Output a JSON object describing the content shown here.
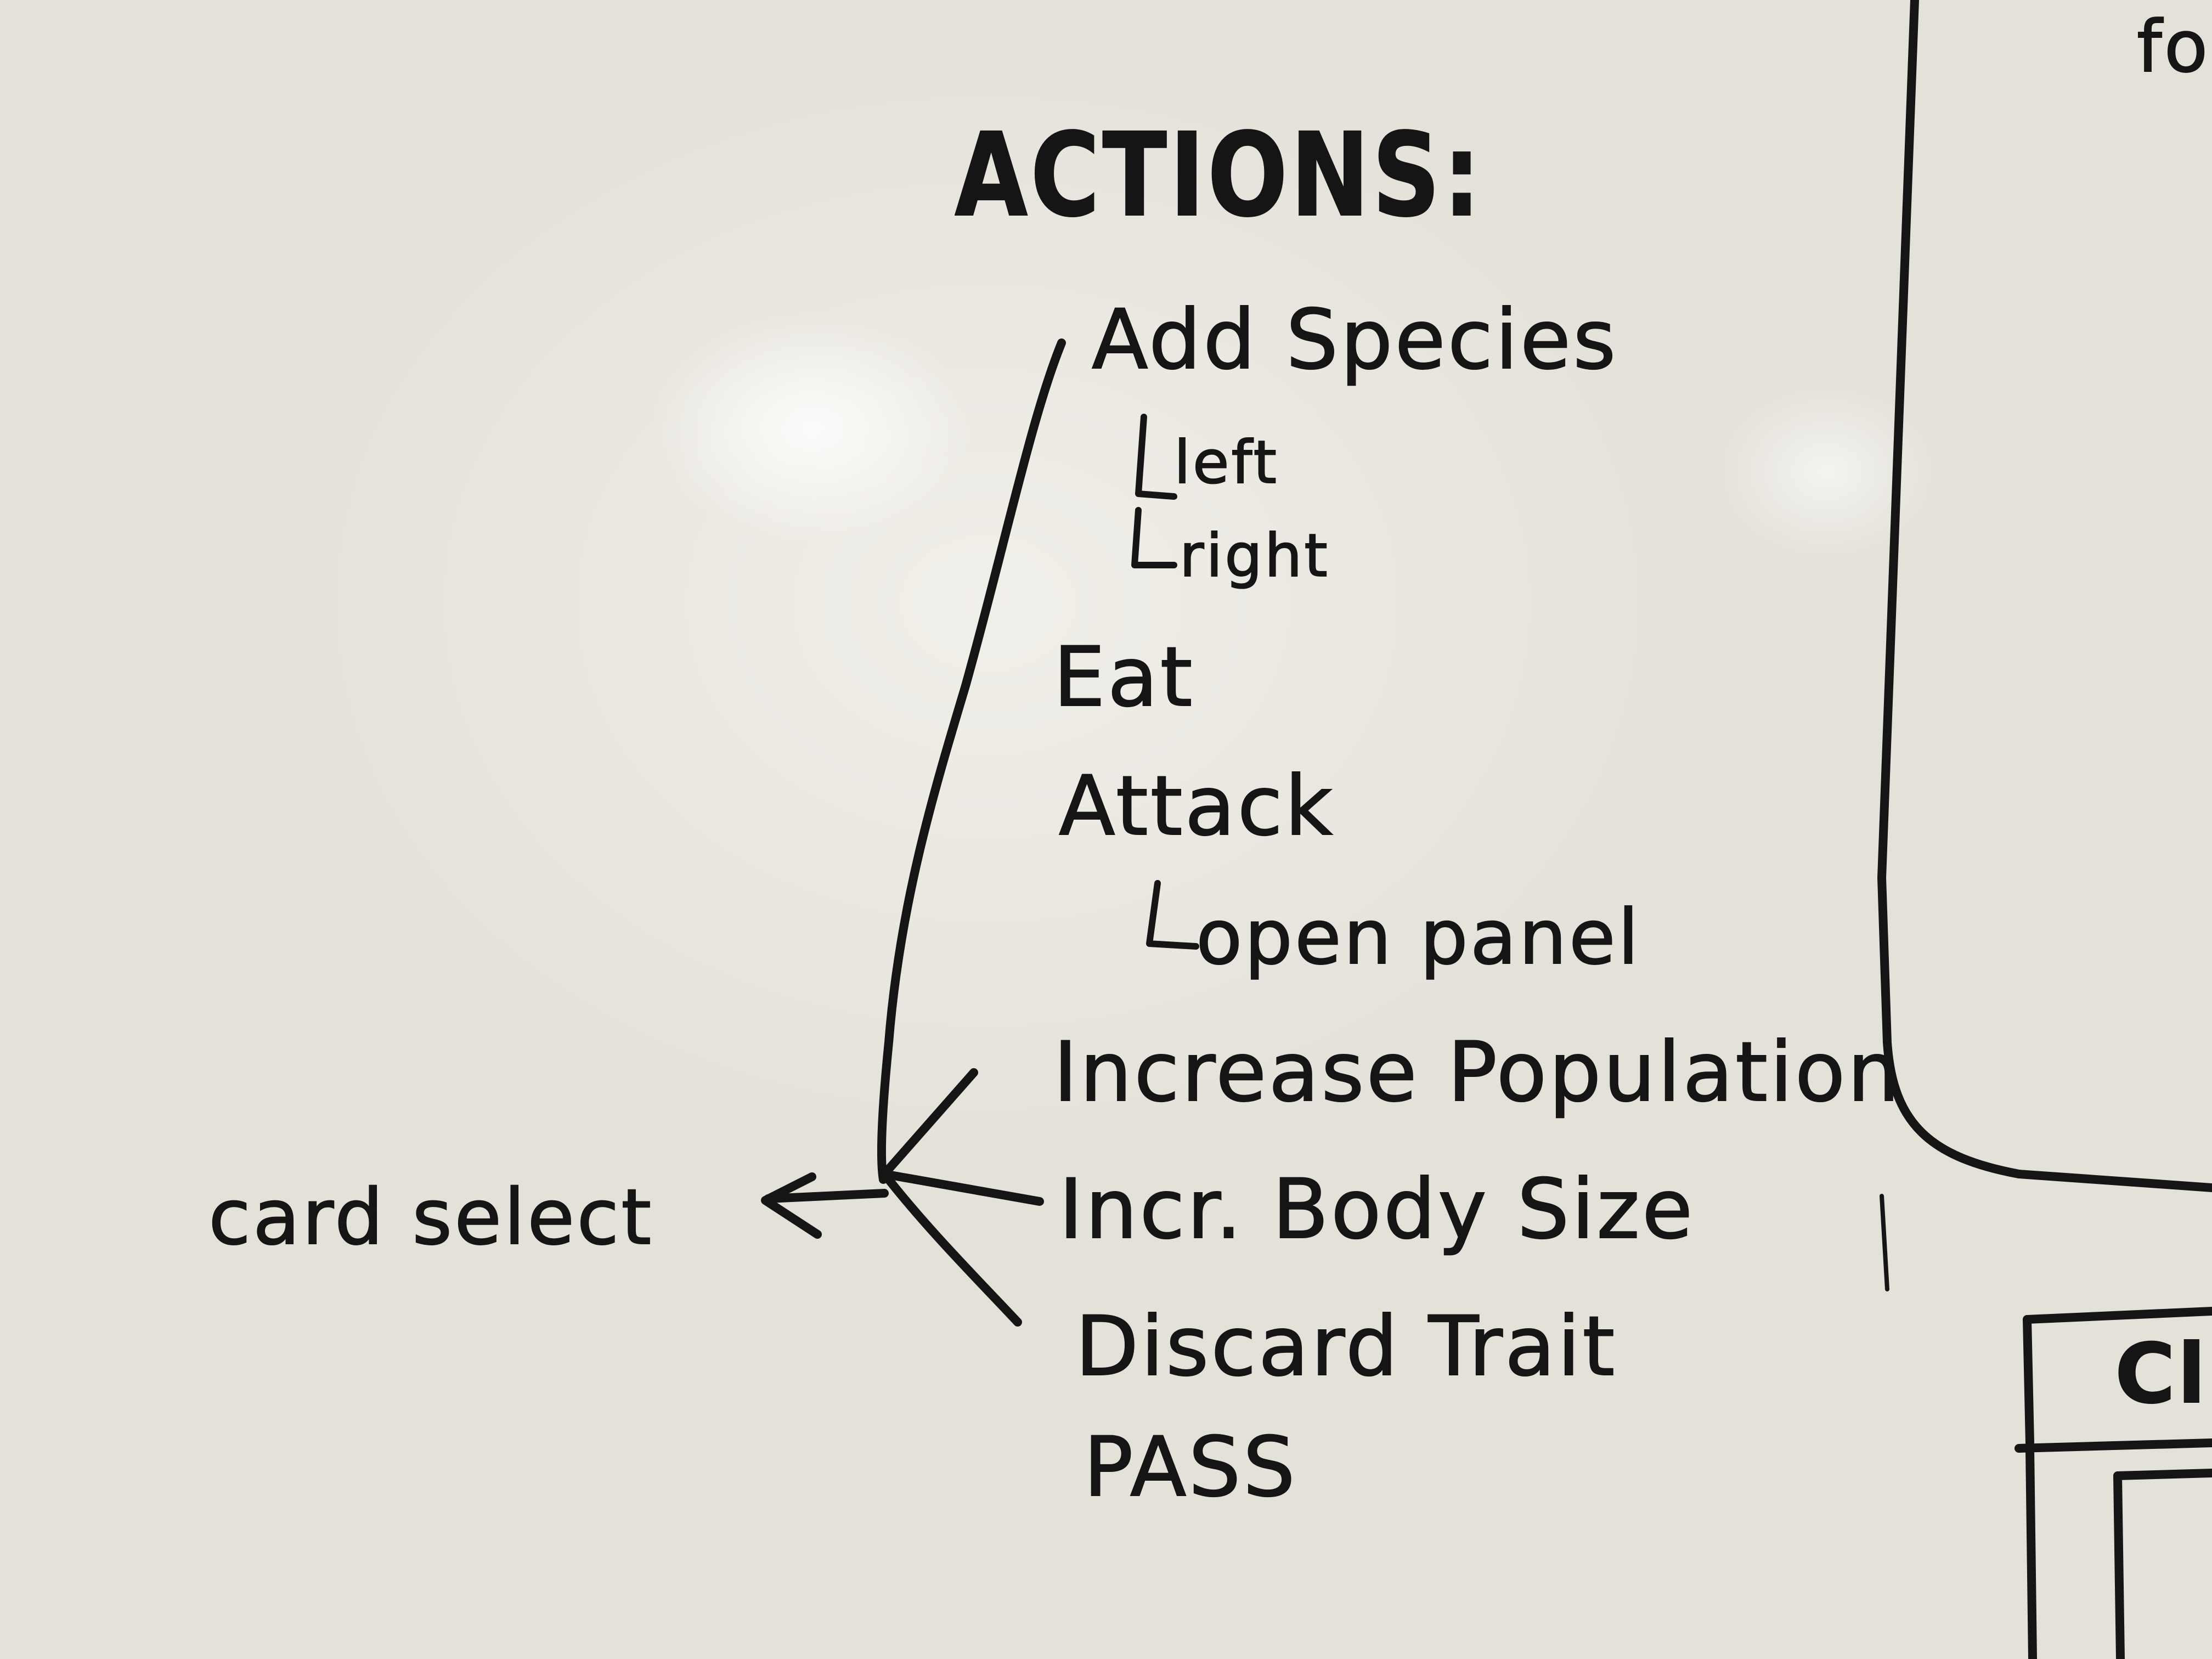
{
  "board": {
    "title": "ACTIONS:",
    "actions": [
      {
        "label": "Add Species",
        "options": [
          "left",
          "right"
        ]
      },
      {
        "label": "Eat"
      },
      {
        "label": "Attack",
        "options": [
          "open panel"
        ]
      },
      {
        "label": "Increase Population"
      },
      {
        "label": "Incr. Body Size"
      },
      {
        "label": "Discard Trait"
      },
      {
        "label": "PASS"
      }
    ],
    "card_select": "card select",
    "corner_top_text": "fo",
    "corner_box_text": "Cl"
  },
  "ink_color": "#151515",
  "board_color": "#ece9e2"
}
